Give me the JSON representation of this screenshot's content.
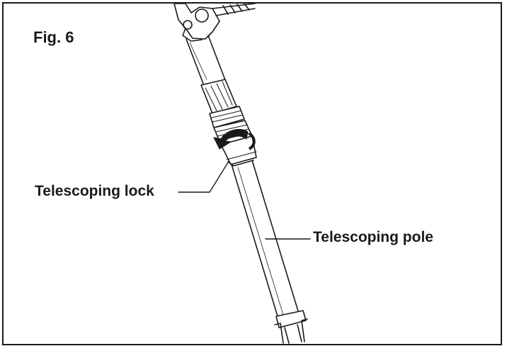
{
  "figure": {
    "title": "Fig. 6"
  },
  "callouts": {
    "telescoping_lock": "Telescoping lock",
    "telescoping_pole": "Telescoping pole"
  },
  "colors": {
    "line": "#1a1a1a",
    "background": "#ffffff",
    "arrow_fill": "#1a1a1a"
  },
  "icons": {
    "rotation_arrow": "curved-arrow-icon"
  }
}
